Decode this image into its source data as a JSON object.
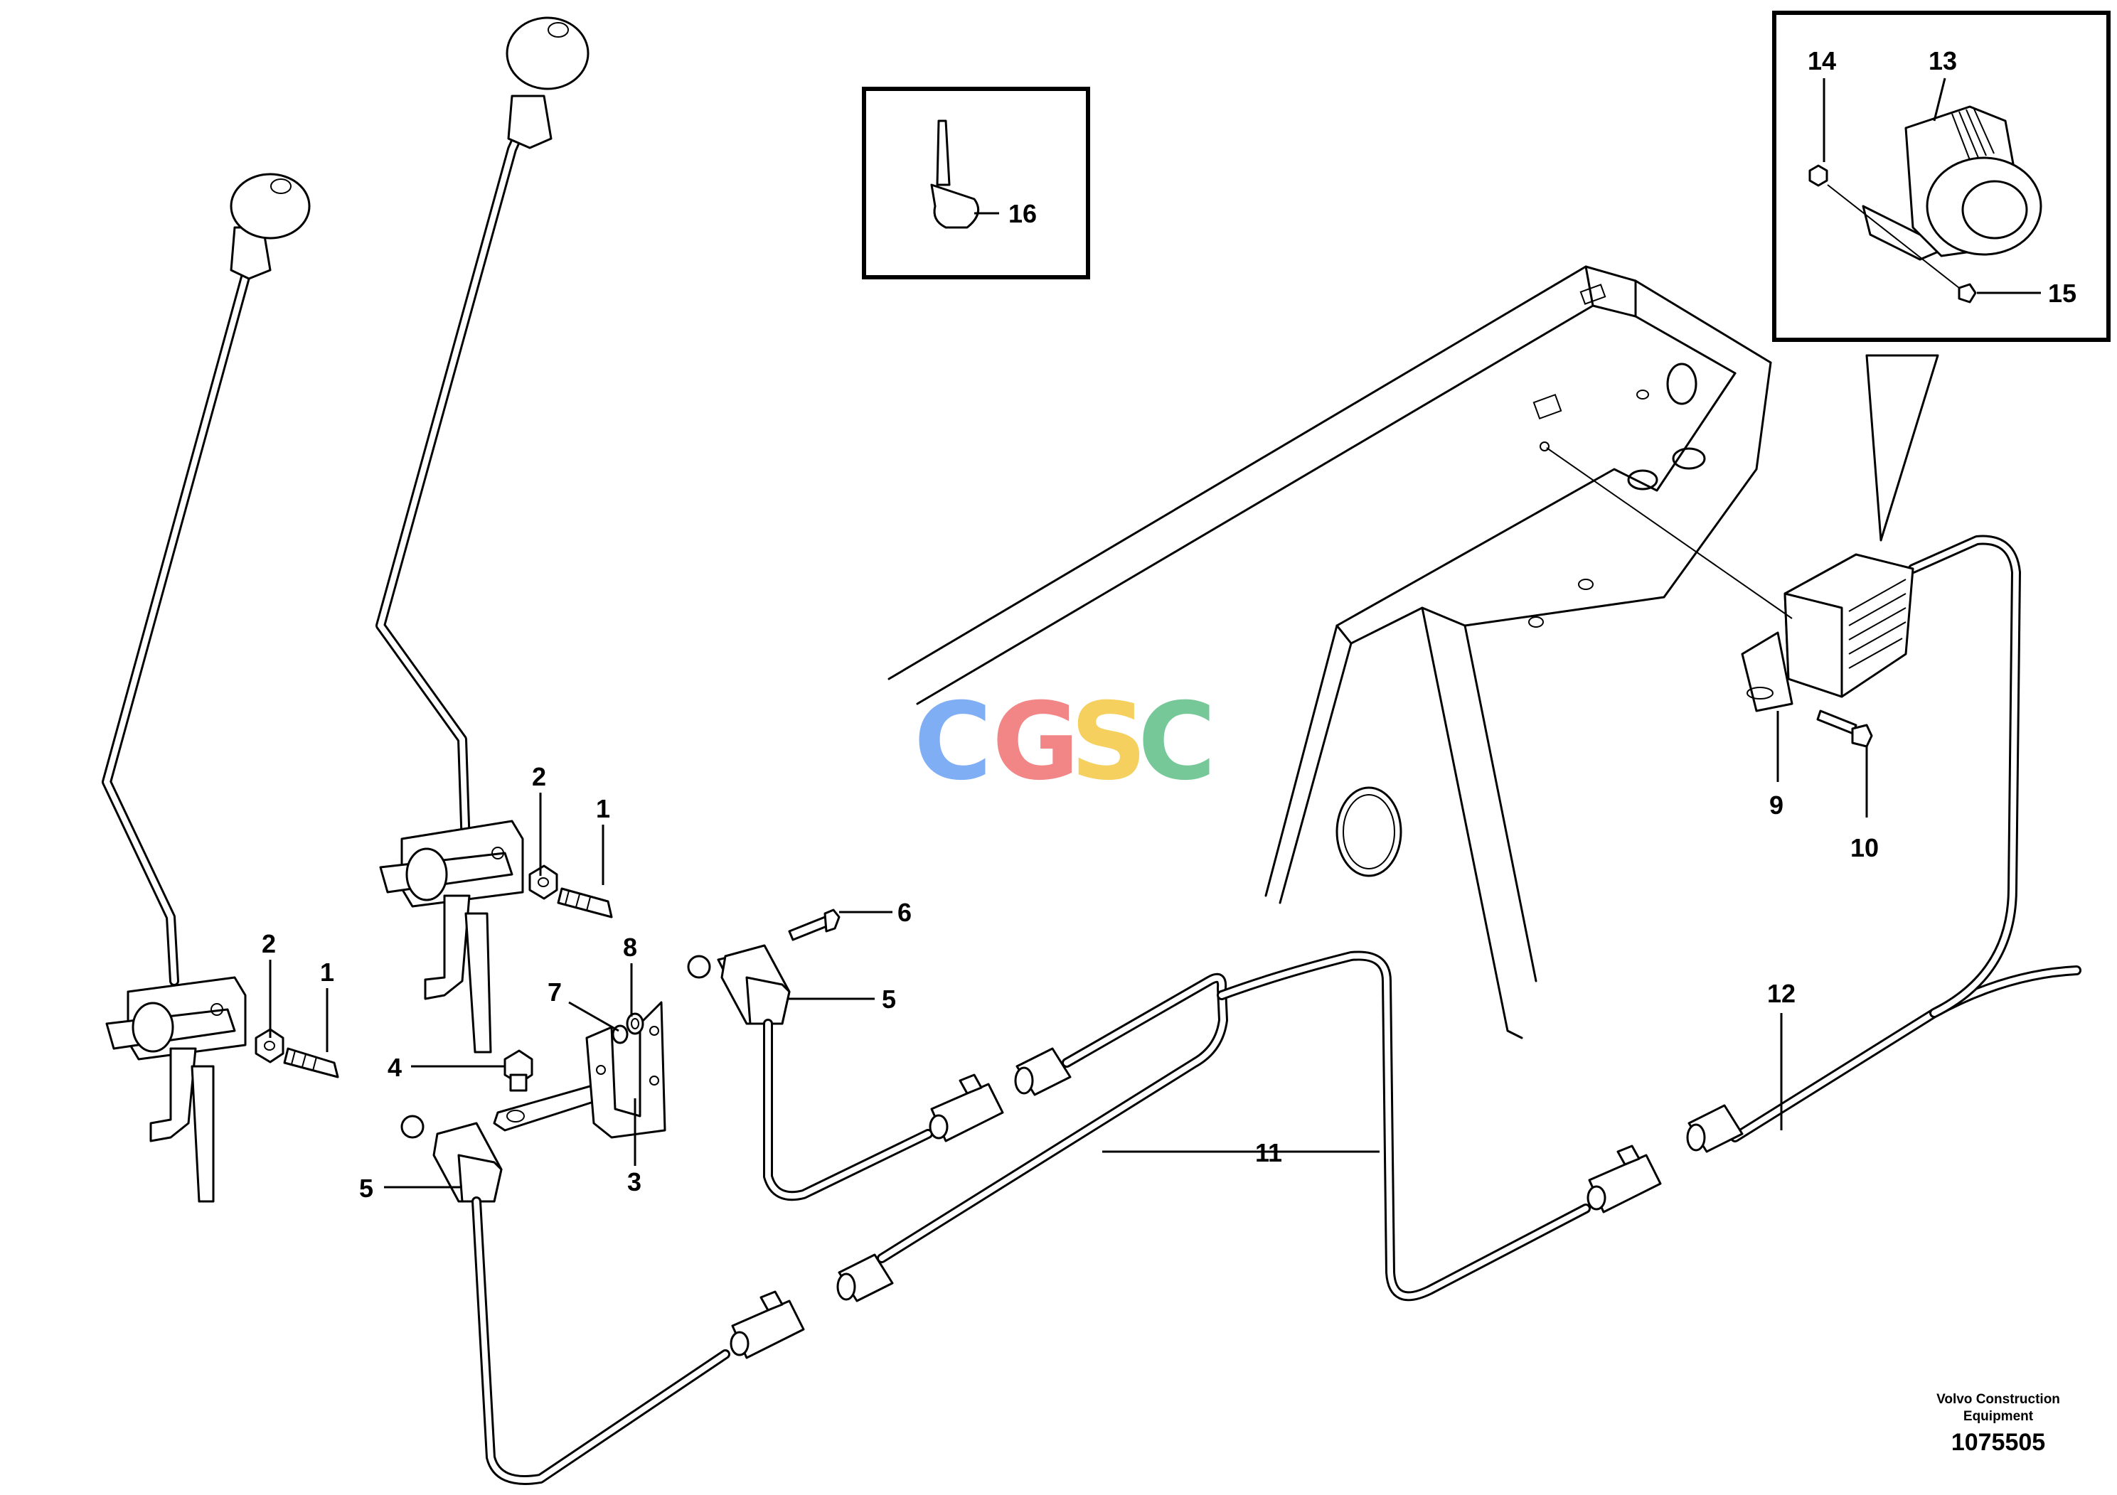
{
  "callouts": {
    "c1a": "1",
    "c1b": "1",
    "c2a": "2",
    "c2b": "2",
    "c3": "3",
    "c4": "4",
    "c5a": "5",
    "c5b": "5",
    "c6": "6",
    "c7": "7",
    "c8": "8",
    "c9": "9",
    "c10": "10",
    "c11": "11",
    "c12": "12",
    "c13": "13",
    "c14": "14",
    "c15": "15",
    "c16": "16"
  },
  "watermark": {
    "letters": [
      "C",
      "G",
      "S",
      "C"
    ],
    "colors": [
      "#6aa0f4",
      "#f07070",
      "#f4c842",
      "#5fbf88"
    ]
  },
  "footer": {
    "brand_line1": "Volvo Construction",
    "brand_line2": "Equipment",
    "doc_number": "1075505"
  }
}
